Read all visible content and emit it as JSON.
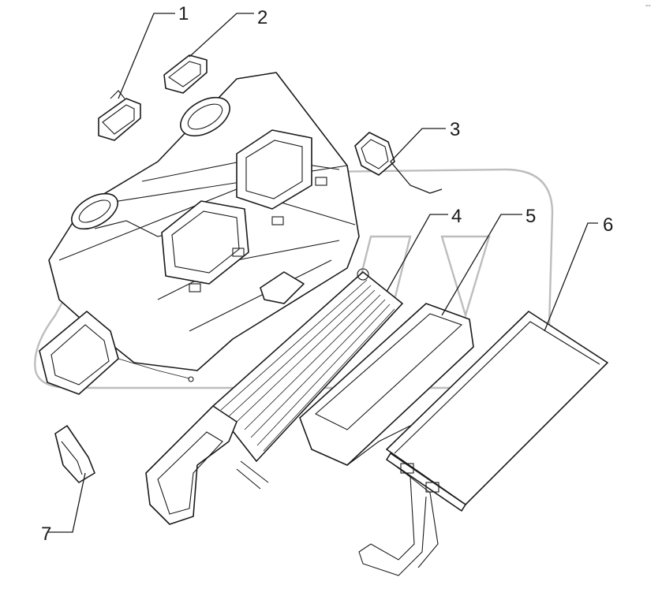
{
  "callouts": [
    {
      "id": "1",
      "label": "1"
    },
    {
      "id": "2",
      "label": "2"
    },
    {
      "id": "3",
      "label": "3"
    },
    {
      "id": "4",
      "label": "4"
    },
    {
      "id": "5",
      "label": "5"
    },
    {
      "id": "6",
      "label": "6"
    },
    {
      "id": "7",
      "label": "7"
    }
  ],
  "corner_mark": "--"
}
